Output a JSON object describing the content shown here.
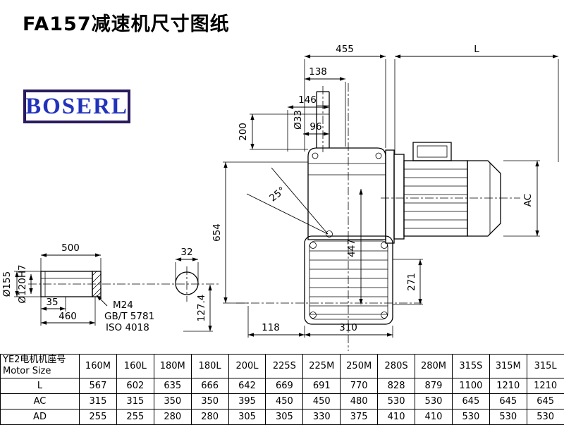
{
  "page": {
    "title": "FA157减速机尺寸图纸",
    "logo": "BOSERL"
  },
  "colors": {
    "line": "#000000",
    "logo_text": "#2233bb",
    "logo_border": "#2a1a5e",
    "background": "#ffffff"
  },
  "dims": {
    "d455": "455",
    "dL": "L",
    "d138": "138",
    "d146": "146",
    "d96": "96",
    "d33": "Ø33",
    "d200": "200",
    "d25": "25°",
    "d654": "654",
    "d447": "447",
    "dAC": "AC",
    "d271": "271",
    "d118": "118",
    "d310": "310",
    "d500": "500",
    "d35": "35",
    "d460": "460",
    "d155": "Ø155",
    "d120": "Ø120H7",
    "m24": "M24",
    "gbt": "GB/T 5781",
    "iso": "ISO 4018",
    "d32": "32",
    "d127": "127.4"
  },
  "table": {
    "header_cn": "YE2电机机座号",
    "header_en": "Motor Size",
    "columns": [
      "160M",
      "160L",
      "180M",
      "180L",
      "200L",
      "225S",
      "225M",
      "250M",
      "280S",
      "280M",
      "315S",
      "315M",
      "315L"
    ],
    "rows": [
      {
        "label": "L",
        "values": [
          567,
          602,
          635,
          666,
          642,
          669,
          691,
          770,
          828,
          879,
          1100,
          1210,
          1210
        ]
      },
      {
        "label": "AC",
        "values": [
          315,
          315,
          350,
          350,
          395,
          450,
          450,
          480,
          530,
          530,
          645,
          645,
          645
        ]
      },
      {
        "label": "AD",
        "values": [
          255,
          255,
          280,
          280,
          305,
          305,
          330,
          375,
          410,
          410,
          530,
          530,
          530
        ]
      }
    ]
  }
}
